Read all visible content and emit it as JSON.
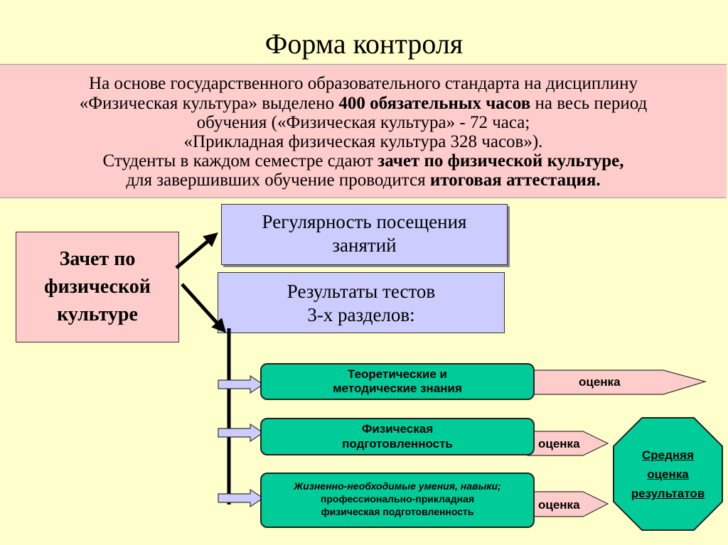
{
  "title": "Форма контроля",
  "info": {
    "line1": "На основе государственного образовательного стандарта на дисциплину",
    "line2_pre": "«Физическая культура» выделено ",
    "line2_bold": "400 обязательных часов",
    "line2_post": " на весь период",
    "line3": "обучения («Физическая культура» - 72 часа;",
    "line4": "«Прикладная физическая культура 328 часов»).",
    "line5_pre": "Студенты в каждом семестре сдают ",
    "line5_bold": "зачет по физической культуре,",
    "line6_pre": "для завершивших обучение проводится ",
    "line6_bold": "итоговая аттестация."
  },
  "zachet": {
    "line1": "Зачет по",
    "line2": "физической",
    "line3": "культуре"
  },
  "regularity": {
    "line1": "Регулярность посещения",
    "line2": "занятий"
  },
  "tests": {
    "line1": "Результаты тестов",
    "line2": "3-х разделов:"
  },
  "sections": [
    {
      "line1": "Теоретические и",
      "line2": "методические знания"
    },
    {
      "line1": "Физическая",
      "line2": "подготовленность"
    },
    {
      "line1": "Жизненно-необходимые умения, навыки;",
      "line2": "профессионально-прикладная",
      "line3": "физическая подготовленность"
    }
  ],
  "grade_label": "оценка",
  "average": {
    "line1": "Средняя",
    "line2": "оценка",
    "line3": "результатов"
  },
  "colors": {
    "background": "#ffffcc",
    "pink": "#ffcccc",
    "lavender": "#ccccff",
    "green": "#00cc99"
  }
}
